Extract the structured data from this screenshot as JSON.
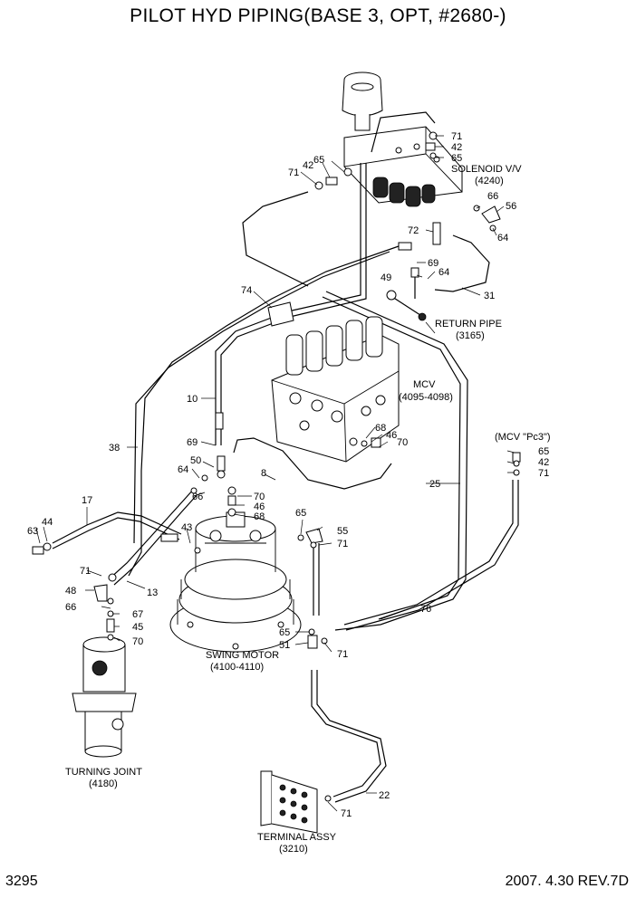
{
  "title": "PILOT HYD PIPING(BASE 3, OPT, #2680-)",
  "page_number": "3295",
  "date_rev": "2007. 4.30  REV.7D",
  "assemblies": {
    "solenoid": {
      "name": "SOLENOID V/V",
      "code": "(4240)"
    },
    "return_pipe": {
      "name": "RETURN PIPE",
      "code": "(3165)"
    },
    "mcv": {
      "name": "MCV",
      "code": "(4095-4098)"
    },
    "mcv_pc3": {
      "name": "(MCV \"Pc3\")"
    },
    "swing_motor": {
      "name": "SWING MOTOR",
      "code": "(4100-4110)"
    },
    "turning_joint": {
      "name": "TURNING JOINT",
      "code": "(4180)"
    },
    "terminal_assy": {
      "name": "TERMINAL ASSY",
      "code": "(3210)"
    }
  },
  "callouts": {
    "c71a": "71",
    "c42a": "42",
    "c65a": "65",
    "c71b": "71",
    "c42b": "42",
    "c65b": "65",
    "c66a": "66",
    "c56": "56",
    "c64a": "64",
    "c72": "72",
    "c69a": "69",
    "c49": "49",
    "c64b": "64",
    "c31": "31",
    "c74": "74",
    "c10": "10",
    "c38": "38",
    "c68a": "68",
    "c46a": "46",
    "c70a": "70",
    "c65c": "65",
    "c42c": "42",
    "c71c": "71",
    "c25": "25",
    "c69b": "69",
    "c50": "50",
    "c64c": "64",
    "c66b": "66",
    "c8": "8",
    "c70b": "70",
    "c46b": "46",
    "c68b": "68",
    "c17": "17",
    "c63": "63",
    "c44": "44",
    "c43": "43",
    "c65d": "65",
    "c55": "55",
    "c71d": "71",
    "c71e": "71",
    "c48": "48",
    "c13": "13",
    "c66c": "66",
    "c67": "67",
    "c45": "45",
    "c70c": "70",
    "c76": "76",
    "c65e": "65",
    "c51": "51",
    "c71f": "71",
    "c22": "22",
    "c71g": "71"
  }
}
